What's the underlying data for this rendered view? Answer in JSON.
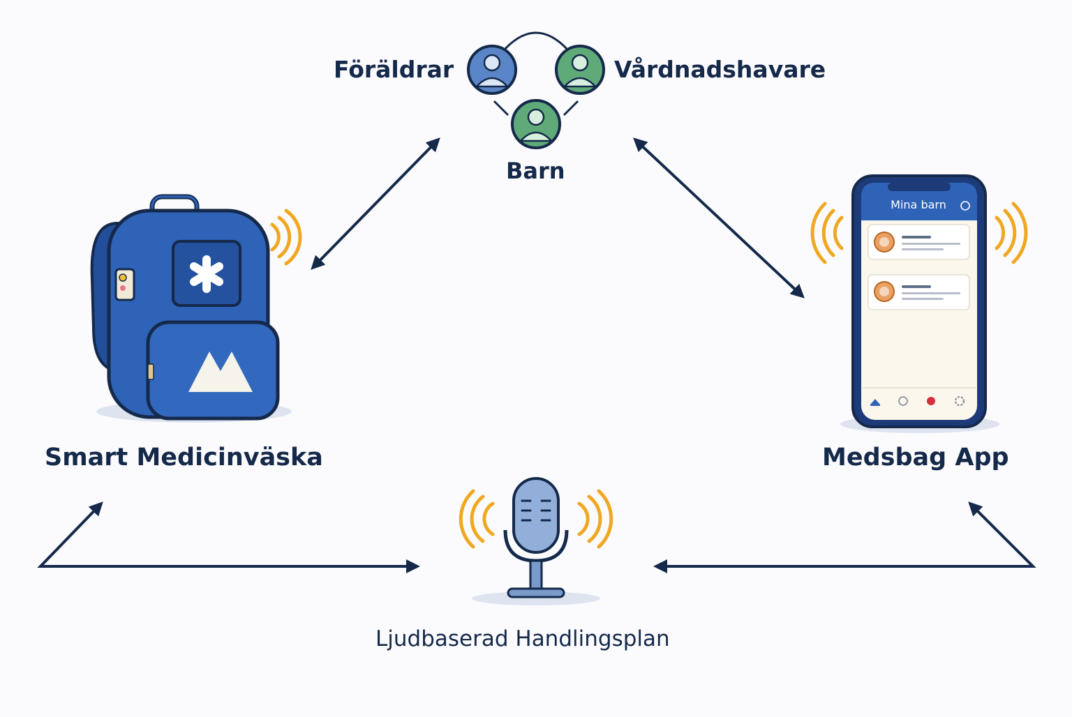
{
  "nodes": {
    "parents": "Föräldrar",
    "guardians": "Vårdnadshavare",
    "child": "Barn",
    "bag": "Smart Medicinväska",
    "app": "Medsbag App",
    "audio_plan": "Ljudbaserad Handlingsplan"
  },
  "phone": {
    "header_title": "Mina barn"
  },
  "colors": {
    "navy": "#15294a",
    "bag_blue": "#2f63b8",
    "parent_blue": "#5a86c8",
    "guardian_green": "#5faa78",
    "signal_orange": "#f0a823"
  },
  "icons": [
    "backpack-icon",
    "medical-star-icon",
    "smartphone-icon",
    "microphone-icon",
    "person-icon",
    "signal-waves-icon"
  ]
}
